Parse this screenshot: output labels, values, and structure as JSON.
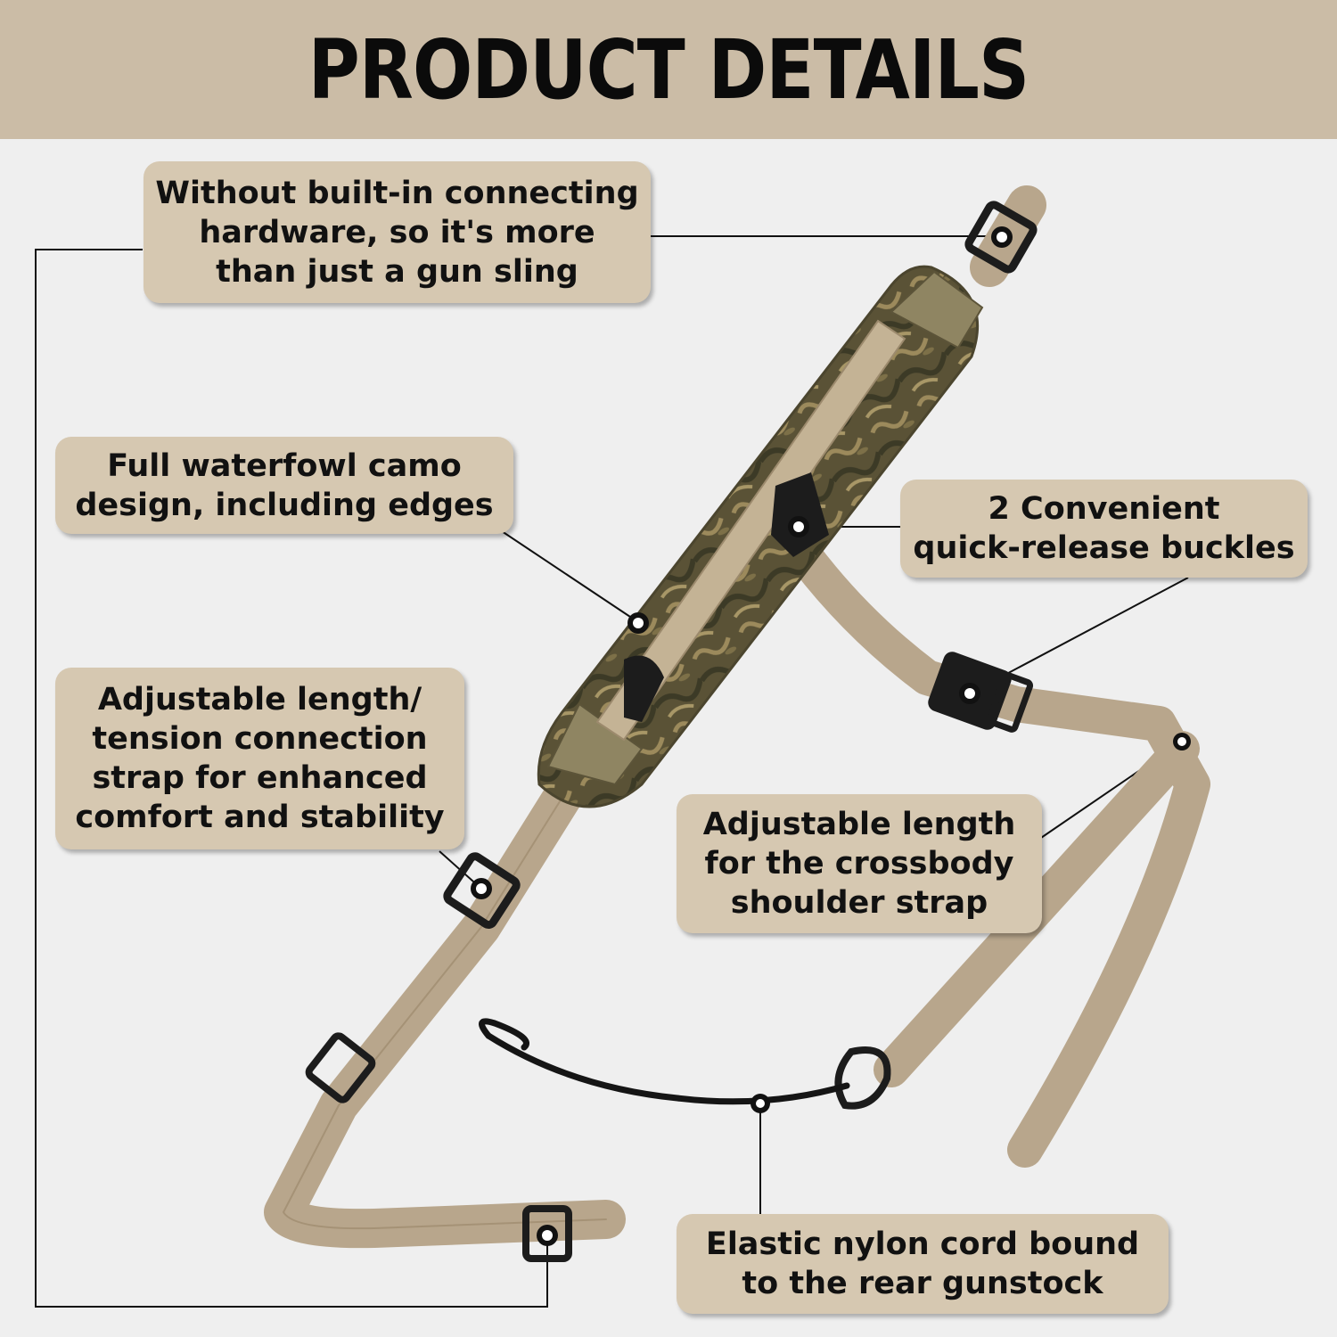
{
  "title": "PRODUCT DETAILS",
  "callouts": {
    "hardware": "Without built-in connecting\nhardware, so it's more\nthan just a gun sling",
    "camo": "Full waterfowl camo\ndesign, including edges",
    "buckles": "2 Convenient\nquick-release buckles",
    "tension": "Adjustable length/\ntension connection\nstrap for enhanced\ncomfort and stability",
    "crossbody": "Adjustable length\nfor the crossbody\nshoulder strap",
    "cord": "Elastic nylon cord bound\nto the rear gunstock"
  },
  "colors": {
    "header": "#cbbca6",
    "callout": "#d6c8b1",
    "webbing": "#b8a68c",
    "camo": "#6b6142",
    "background": "#efefef"
  }
}
